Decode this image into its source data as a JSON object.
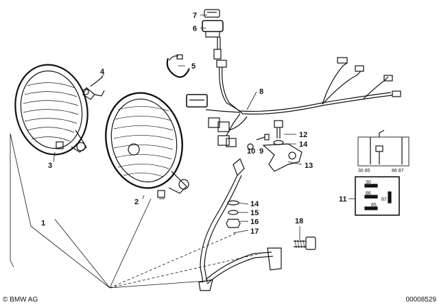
{
  "callouts": {
    "c1": "1",
    "c2": "2",
    "c3": "3",
    "c4": "4",
    "c5": "5",
    "c6": "6",
    "c7": "7",
    "c8": "8",
    "c9": "9",
    "c10": "10",
    "c11": "11",
    "c12": "12",
    "c13": "13",
    "c14a": "14",
    "c14b": "14",
    "c15": "15",
    "c16": "16",
    "c17": "17",
    "c18": "18"
  },
  "relay_schematic": {
    "left": "30 85",
    "right": "86 87"
  },
  "relay_pins": {
    "p30": "30",
    "p86": "86",
    "p87": "87",
    "p85": "85"
  },
  "footer": {
    "copyright": "© BMW AG",
    "diagram_id": "00008529"
  },
  "colors": {
    "ink": "#111111",
    "background": "#ffffff"
  }
}
